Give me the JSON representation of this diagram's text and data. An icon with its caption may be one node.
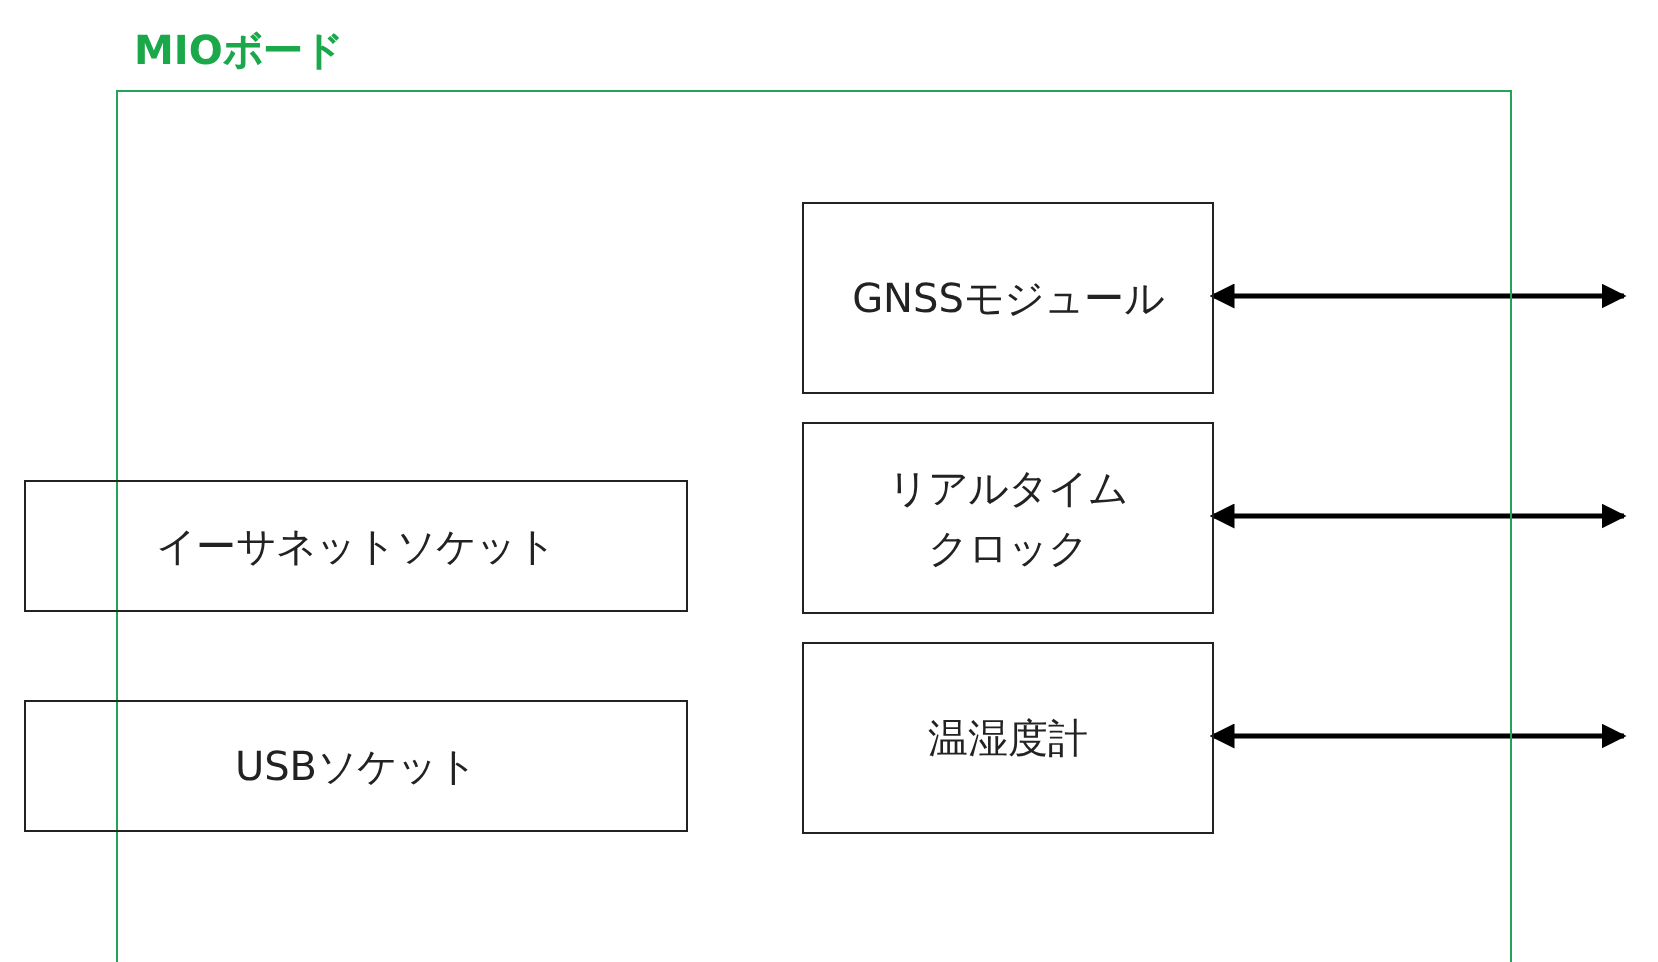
{
  "diagram": {
    "nodes": [
      {
        "text": [
          "MIOボード"
        ]
      },
      {
        "text": [
          "GNSSモジュール"
        ],
        "in": 0
      },
      {
        "text": [
          "リアルタイムクロック"
        ],
        "in": 0
      },
      {
        "text": [
          "温湿度計"
        ],
        "in": 0
      },
      {
        "text": [
          "イーサネットソケット"
        ]
      },
      {
        "text": [
          "USBソケット"
        ]
      }
    ],
    "edges": [
      {
        "from": 1,
        "to": null,
        "arrow": "both"
      },
      {
        "from": 2,
        "to": null,
        "arrow": "both"
      },
      {
        "from": 3,
        "to": null,
        "arrow": "both"
      }
    ]
  }
}
